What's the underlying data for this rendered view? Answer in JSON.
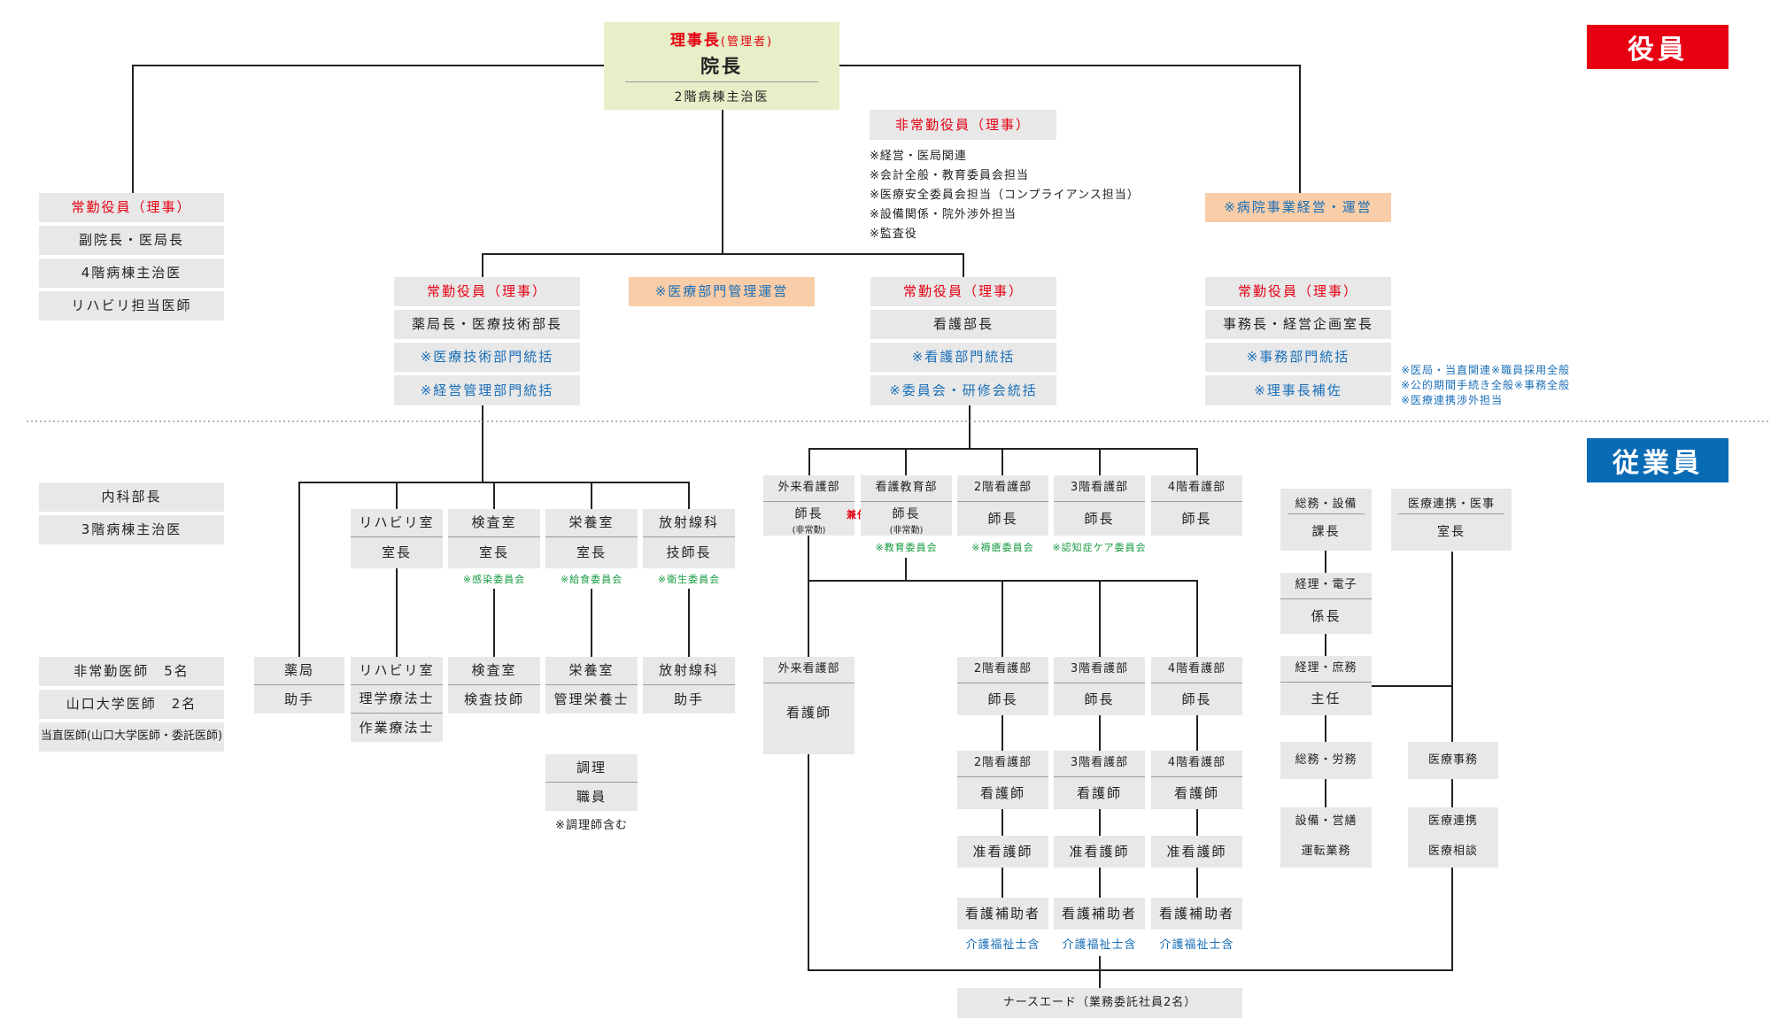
{
  "tags": {
    "yakuin": "役員",
    "jugyoin": "従業員"
  },
  "top": {
    "rijicho": "理事長",
    "rijicho_sub": "(管理者)",
    "incho": "院長",
    "shuchi": "2階病棟主治医"
  },
  "hijokin": {
    "title": "非常勤役員（理事）",
    "notes": [
      "※経営・医局関連",
      "※会計全般・教育委員会担当",
      "※医療安全委員会担当（コンプライアンス担当）",
      "※設備関係・院外渉外担当",
      "※監査役"
    ]
  },
  "left_officer": {
    "title": "常勤役員（理事）",
    "rows": [
      "副院長・医局長",
      "4階病棟主治医",
      "リハビリ担当医師"
    ]
  },
  "hospital_mgmt": "※病院事業経営・運営",
  "medical_mgmt": "※医療部門管理運営",
  "officer_pharm": {
    "title": "常勤役員（理事）",
    "rows": [
      "薬局長・医療技術部長",
      "※医療技術部門統括",
      "※経営管理部門統括"
    ]
  },
  "officer_nurse": {
    "title": "常勤役員（理事）",
    "rows": [
      "看護部長",
      "※看護部門統括",
      "※委員会・研修会統括"
    ]
  },
  "officer_office": {
    "title": "常勤役員（理事）",
    "rows": [
      "事務長・経営企画室長",
      "※事務部門統括",
      "※理事長補佐"
    ],
    "notes": [
      "※医局・当直関連※職員採用全般",
      "※公的期間手続き全般※事務全般",
      "※医療連携渉外担当"
    ]
  },
  "left_staff": {
    "a": [
      "内科部長",
      "3階病棟主治医"
    ],
    "b": [
      "非常勤医師　5名",
      "山口大学医師　2名",
      "当直医師(山口大学医師・委託医師)"
    ]
  },
  "depts": [
    {
      "head": "リハビリ室",
      "role": "室長",
      "note": "",
      "sub_head": "リハビリ室",
      "sub_rows": [
        "理学療法士",
        "作業療法士"
      ]
    },
    {
      "head": "検査室",
      "role": "室長",
      "note": "※感染委員会",
      "sub_head": "検査室",
      "sub_rows": [
        "検査技師"
      ]
    },
    {
      "head": "栄養室",
      "role": "室長",
      "note": "※給食委員会",
      "sub_head": "栄養室",
      "sub_rows": [
        "管理栄養士"
      ]
    },
    {
      "head": "放射線科",
      "role": "技師長",
      "note": "※衛生委員会",
      "sub_head": "放射線科",
      "sub_rows": [
        "助手"
      ]
    }
  ],
  "yakkyoku": {
    "head": "薬局",
    "role": "助手"
  },
  "chori": {
    "head": "調理",
    "role": "職員",
    "note": "※調理師含む"
  },
  "nursing_heads": [
    {
      "head": "外来看護部",
      "role": "師長",
      "sub": "(非常勤)",
      "note": ""
    },
    {
      "head": "看護教育部",
      "role": "師長",
      "sub": "(非常勤)",
      "note": "※教育委員会"
    },
    {
      "head": "2階看護部",
      "role": "師長",
      "sub": "",
      "note": "※褥瘡委員会"
    },
    {
      "head": "3階看護部",
      "role": "師長",
      "sub": "",
      "note": "※認知症ケア委員会"
    },
    {
      "head": "4階看護部",
      "role": "師長",
      "sub": "",
      "note": ""
    }
  ],
  "kennin": "兼任",
  "gairai": {
    "head": "外来看護部",
    "role": "看護師"
  },
  "wards": [
    {
      "head": "2階看護部",
      "role1": "師長",
      "head2": "2階看護部",
      "role2": "看護師",
      "jun": "准看護師",
      "hojo": "看護補助者",
      "kaigo": "介護福祉士含"
    },
    {
      "head": "3階看護部",
      "role1": "師長",
      "head2": "3階看護部",
      "role2": "看護師",
      "jun": "准看護師",
      "hojo": "看護補助者",
      "kaigo": "介護福祉士含"
    },
    {
      "head": "4階看護部",
      "role1": "師長",
      "head2": "4階看護部",
      "role2": "看護師",
      "jun": "准看護師",
      "hojo": "看護補助者",
      "kaigo": "介護福祉士含"
    }
  ],
  "nurse_aide": "ナースエード（業務委託社員2名）",
  "office": {
    "soumu": {
      "head": "総務・設備",
      "role": "課長"
    },
    "keiri1": {
      "head": "経理・電子",
      "role": "係長"
    },
    "keiri2": {
      "head": "経理・庶務",
      "role": "主任"
    },
    "roumu": "総務・労務",
    "setsubi": [
      "設備・営繕",
      "運転業務"
    ],
    "renkei": {
      "head": "医療連携・医事",
      "role": "室長"
    },
    "jimu": "医療事務",
    "soudan": [
      "医療連携",
      "医療相談"
    ]
  }
}
